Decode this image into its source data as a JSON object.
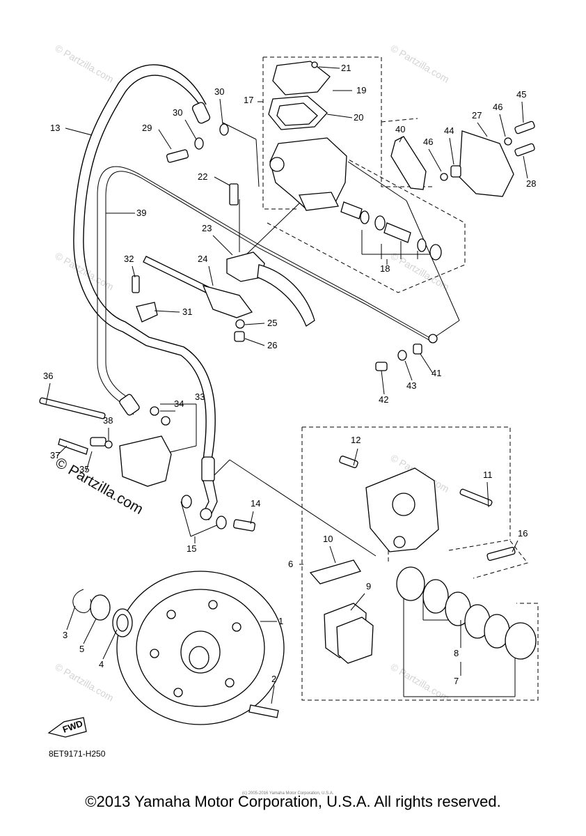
{
  "diagram": {
    "code": "8ET9171-H250",
    "fwd_label": "FWD",
    "copyright_footer": "©2013 Yamaha Motor Corporation, U.S.A. All rights reserved.",
    "copyright_small": "(c) 2005-2016 Yamaha Motor Corporation, U.S.A.",
    "watermark_small": "© Partzilla.com",
    "watermark_big": "© Partzilla.com"
  },
  "callouts": [
    {
      "id": "1",
      "text": "1"
    },
    {
      "id": "2",
      "text": "2"
    },
    {
      "id": "3",
      "text": "3"
    },
    {
      "id": "4",
      "text": "4"
    },
    {
      "id": "5",
      "text": "5"
    },
    {
      "id": "6",
      "text": "6"
    },
    {
      "id": "7",
      "text": "7"
    },
    {
      "id": "8",
      "text": "8"
    },
    {
      "id": "9",
      "text": "9"
    },
    {
      "id": "10",
      "text": "10"
    },
    {
      "id": "11",
      "text": "11"
    },
    {
      "id": "12",
      "text": "12"
    },
    {
      "id": "13",
      "text": "13"
    },
    {
      "id": "14",
      "text": "14"
    },
    {
      "id": "15",
      "text": "15"
    },
    {
      "id": "16",
      "text": "16"
    },
    {
      "id": "17",
      "text": "17"
    },
    {
      "id": "18",
      "text": "18"
    },
    {
      "id": "19",
      "text": "19"
    },
    {
      "id": "20",
      "text": "20"
    },
    {
      "id": "21",
      "text": "21"
    },
    {
      "id": "22",
      "text": "22"
    },
    {
      "id": "23",
      "text": "23"
    },
    {
      "id": "24",
      "text": "24"
    },
    {
      "id": "25",
      "text": "25"
    },
    {
      "id": "26",
      "text": "26"
    },
    {
      "id": "27",
      "text": "27"
    },
    {
      "id": "28",
      "text": "28"
    },
    {
      "id": "29",
      "text": "29"
    },
    {
      "id": "30a",
      "text": "30"
    },
    {
      "id": "30b",
      "text": "30"
    },
    {
      "id": "31",
      "text": "31"
    },
    {
      "id": "32",
      "text": "32"
    },
    {
      "id": "33",
      "text": "33"
    },
    {
      "id": "34",
      "text": "34"
    },
    {
      "id": "35",
      "text": "35"
    },
    {
      "id": "36",
      "text": "36"
    },
    {
      "id": "37",
      "text": "37"
    },
    {
      "id": "38",
      "text": "38"
    },
    {
      "id": "39",
      "text": "39"
    },
    {
      "id": "40",
      "text": "40"
    },
    {
      "id": "41",
      "text": "41"
    },
    {
      "id": "42",
      "text": "42"
    },
    {
      "id": "43",
      "text": "43"
    },
    {
      "id": "44",
      "text": "44"
    },
    {
      "id": "45",
      "text": "45"
    },
    {
      "id": "46a",
      "text": "46"
    },
    {
      "id": "46b",
      "text": "46"
    }
  ]
}
